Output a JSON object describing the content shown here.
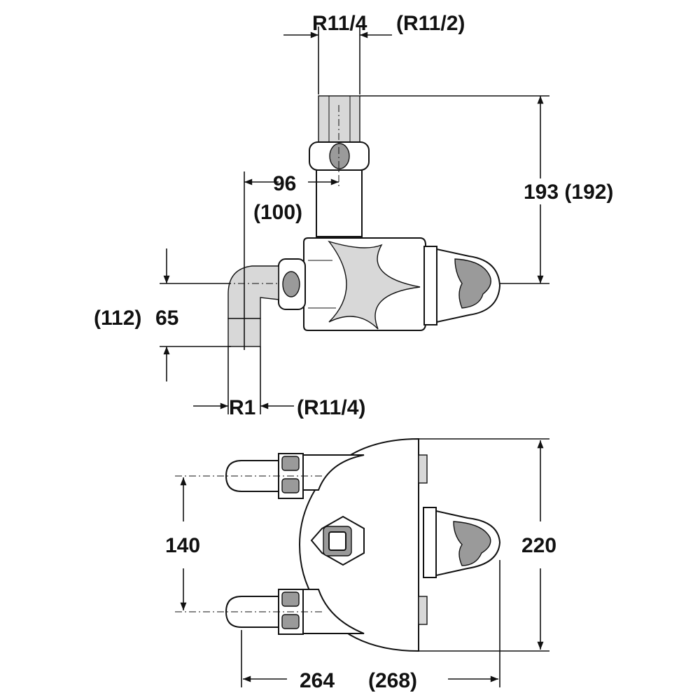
{
  "side_view": {
    "top_thread": "R11/4",
    "top_thread_alt": "(R11/2)",
    "offset": "96",
    "offset_alt": "(100)",
    "height": "193 (192)",
    "vertical_alt": "(112)",
    "vertical": "65",
    "bottom_thread": "R1",
    "bottom_thread_alt": "(R11/4)"
  },
  "front_view": {
    "inlet_spacing": "140",
    "height": "220",
    "width": "264",
    "width_alt": "(268)"
  }
}
